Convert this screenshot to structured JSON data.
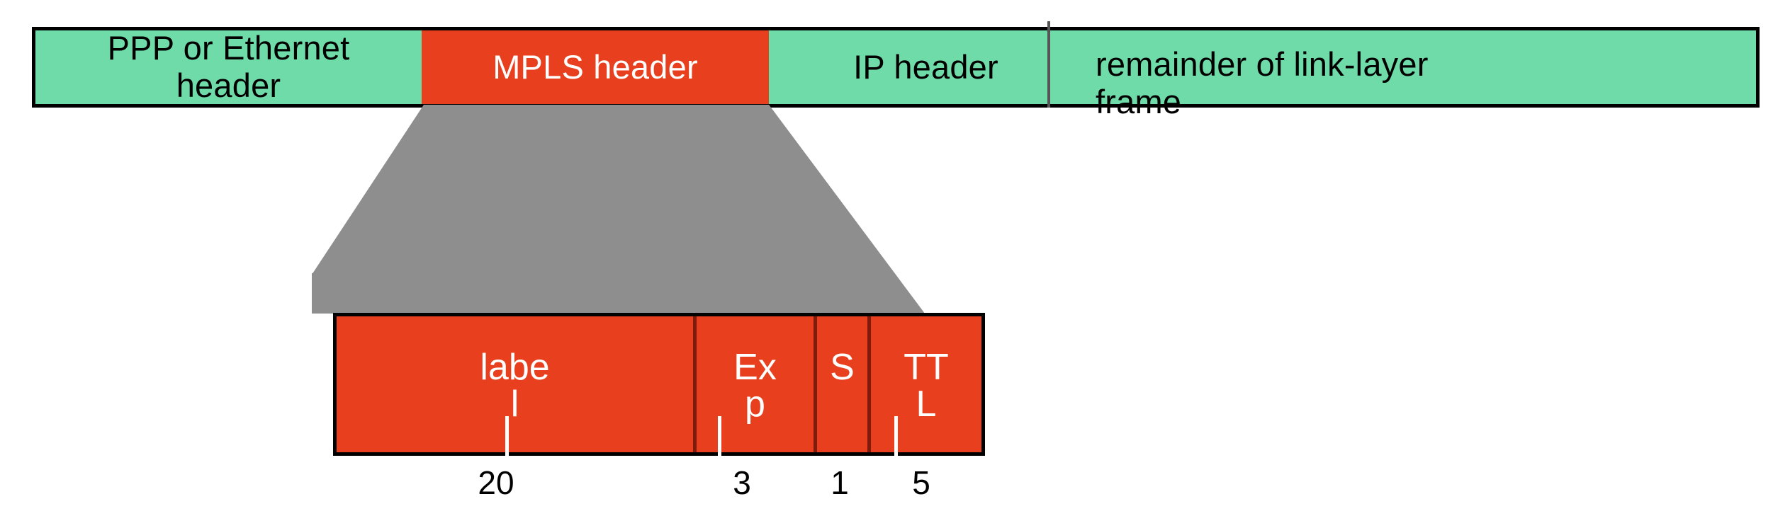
{
  "diagram": {
    "title": "MPLS header placement within a link-layer frame",
    "colors": {
      "green": "#6FDBA8",
      "red": "#E8401F",
      "gray": "#8E8E8E",
      "border": "#000000",
      "divider": "#7E1B0C",
      "label_light": "#FFFFFF",
      "label_dark": "#000000"
    },
    "frame_segments": [
      {
        "id": "ppp-or-ethernet-header",
        "label": "PPP or Ethernet\nheader",
        "fill": "green"
      },
      {
        "id": "mpls-header",
        "label": "MPLS header",
        "fill": "red"
      },
      {
        "id": "ip-header",
        "label": "IP header",
        "fill": "green"
      },
      {
        "id": "remainder-of-frame",
        "label": "remainder of link-layer\nframe",
        "fill": "green"
      }
    ],
    "mpls_fields": [
      {
        "id": "label",
        "label": "labe\nl",
        "bits": "20"
      },
      {
        "id": "exp",
        "label": "Ex\np",
        "bits": "3"
      },
      {
        "id": "s",
        "label": "S",
        "bits": "1"
      },
      {
        "id": "ttl",
        "label": "TT\nL",
        "bits": "5"
      }
    ]
  }
}
